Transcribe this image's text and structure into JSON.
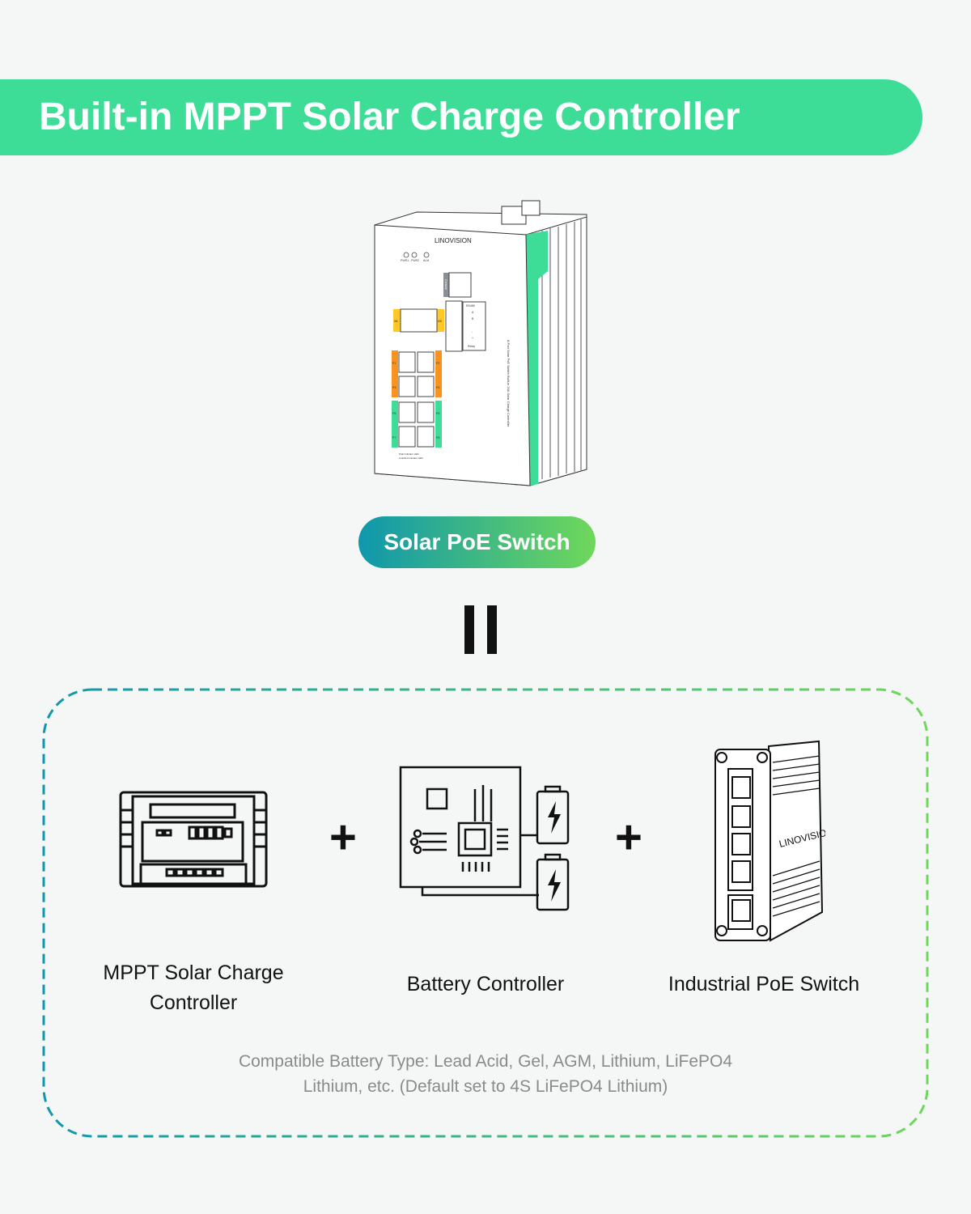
{
  "header": {
    "title": "Built-in MPPT Solar Charge Controller"
  },
  "product": {
    "brand_logo": "LINOVISION",
    "leds": [
      "PWR1",
      "PWR2",
      "ALM"
    ],
    "console_label": "Console",
    "rs485_label": "RS485",
    "terminal_labels": [
      "A",
      "B",
      "-",
      "+",
      "Relay"
    ],
    "sfp_labels": [
      "X1",
      "X2"
    ],
    "port_labels": [
      "P1",
      "P2",
      "P3",
      "P4",
      "P5",
      "P6",
      "P7",
      "P8"
    ],
    "side_text": "8-Port Solar PoE Switch Built-in 20A Solar Charge Controller",
    "legend": [
      "PoE Indicator LED",
      "Link/Act Indicator LED"
    ],
    "badge": "Solar PoE Switch"
  },
  "components": [
    {
      "icon": "mppt-controller-icon",
      "label_line1": "MPPT Solar Charge",
      "label_line2": "Controller"
    },
    {
      "icon": "battery-controller-icon",
      "label": "Battery Controller"
    },
    {
      "icon": "industrial-switch-icon",
      "label": "Industrial PoE Switch",
      "logo": "LINOVISION"
    }
  ],
  "plus_sign": "+",
  "note": {
    "line1": "Compatible Battery Type: Lead Acid, Gel, AGM, Lithium, LiFePO4",
    "line2": "Lithium, etc. (Default set to 4S LiFePO4 Lithium)"
  },
  "colors": {
    "brand_green": "#3ddc97",
    "gradient_start": "#0f97ad",
    "gradient_end": "#6fd85a",
    "port_orange": "#f7931e",
    "sfp_yellow": "#ffc824"
  }
}
